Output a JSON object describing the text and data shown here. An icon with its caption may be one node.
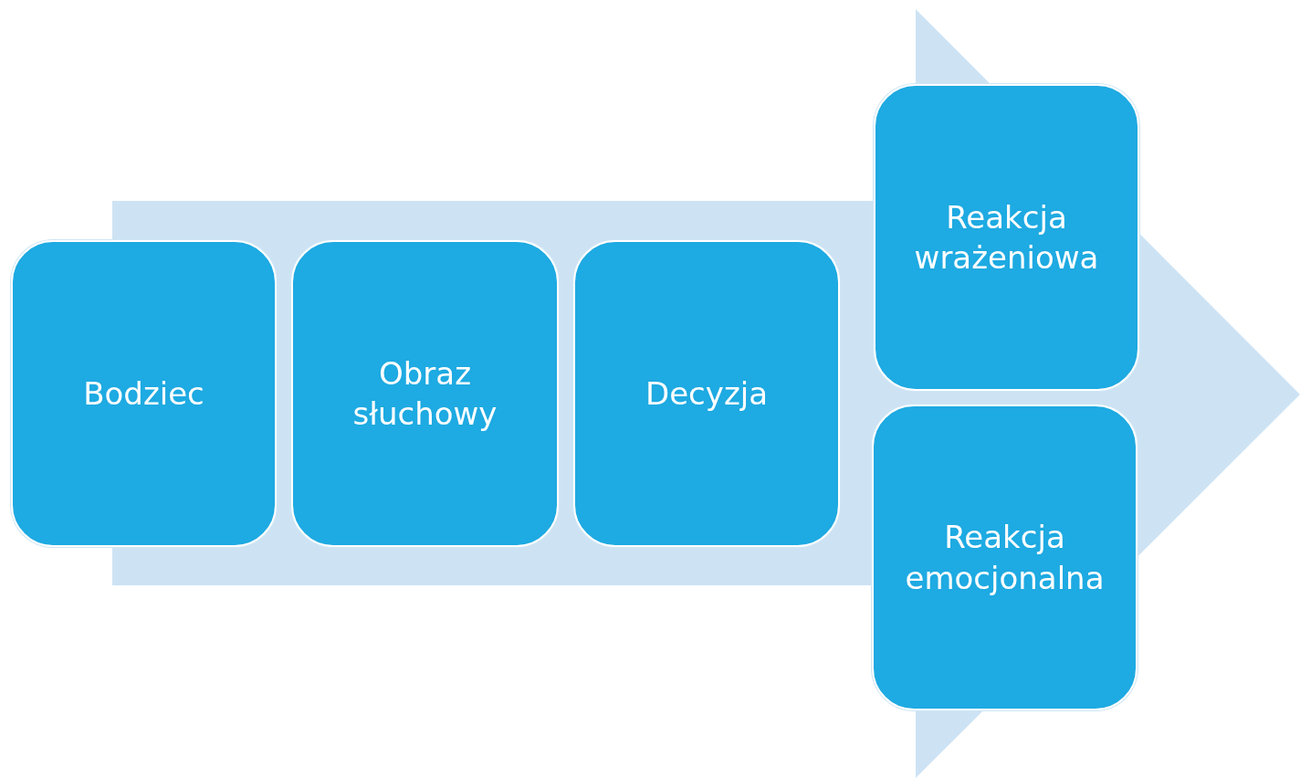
{
  "diagram": {
    "nodes": [
      {
        "text": [
          "Bodziec"
        ]
      },
      {
        "text": [
          "Obraz słuchowy"
        ]
      },
      {
        "text": [
          "Decyzja"
        ]
      },
      {
        "text": [
          "Reakcja wrażeniowa"
        ]
      },
      {
        "text": [
          "Reakcja emocjonalna"
        ]
      }
    ]
  }
}
